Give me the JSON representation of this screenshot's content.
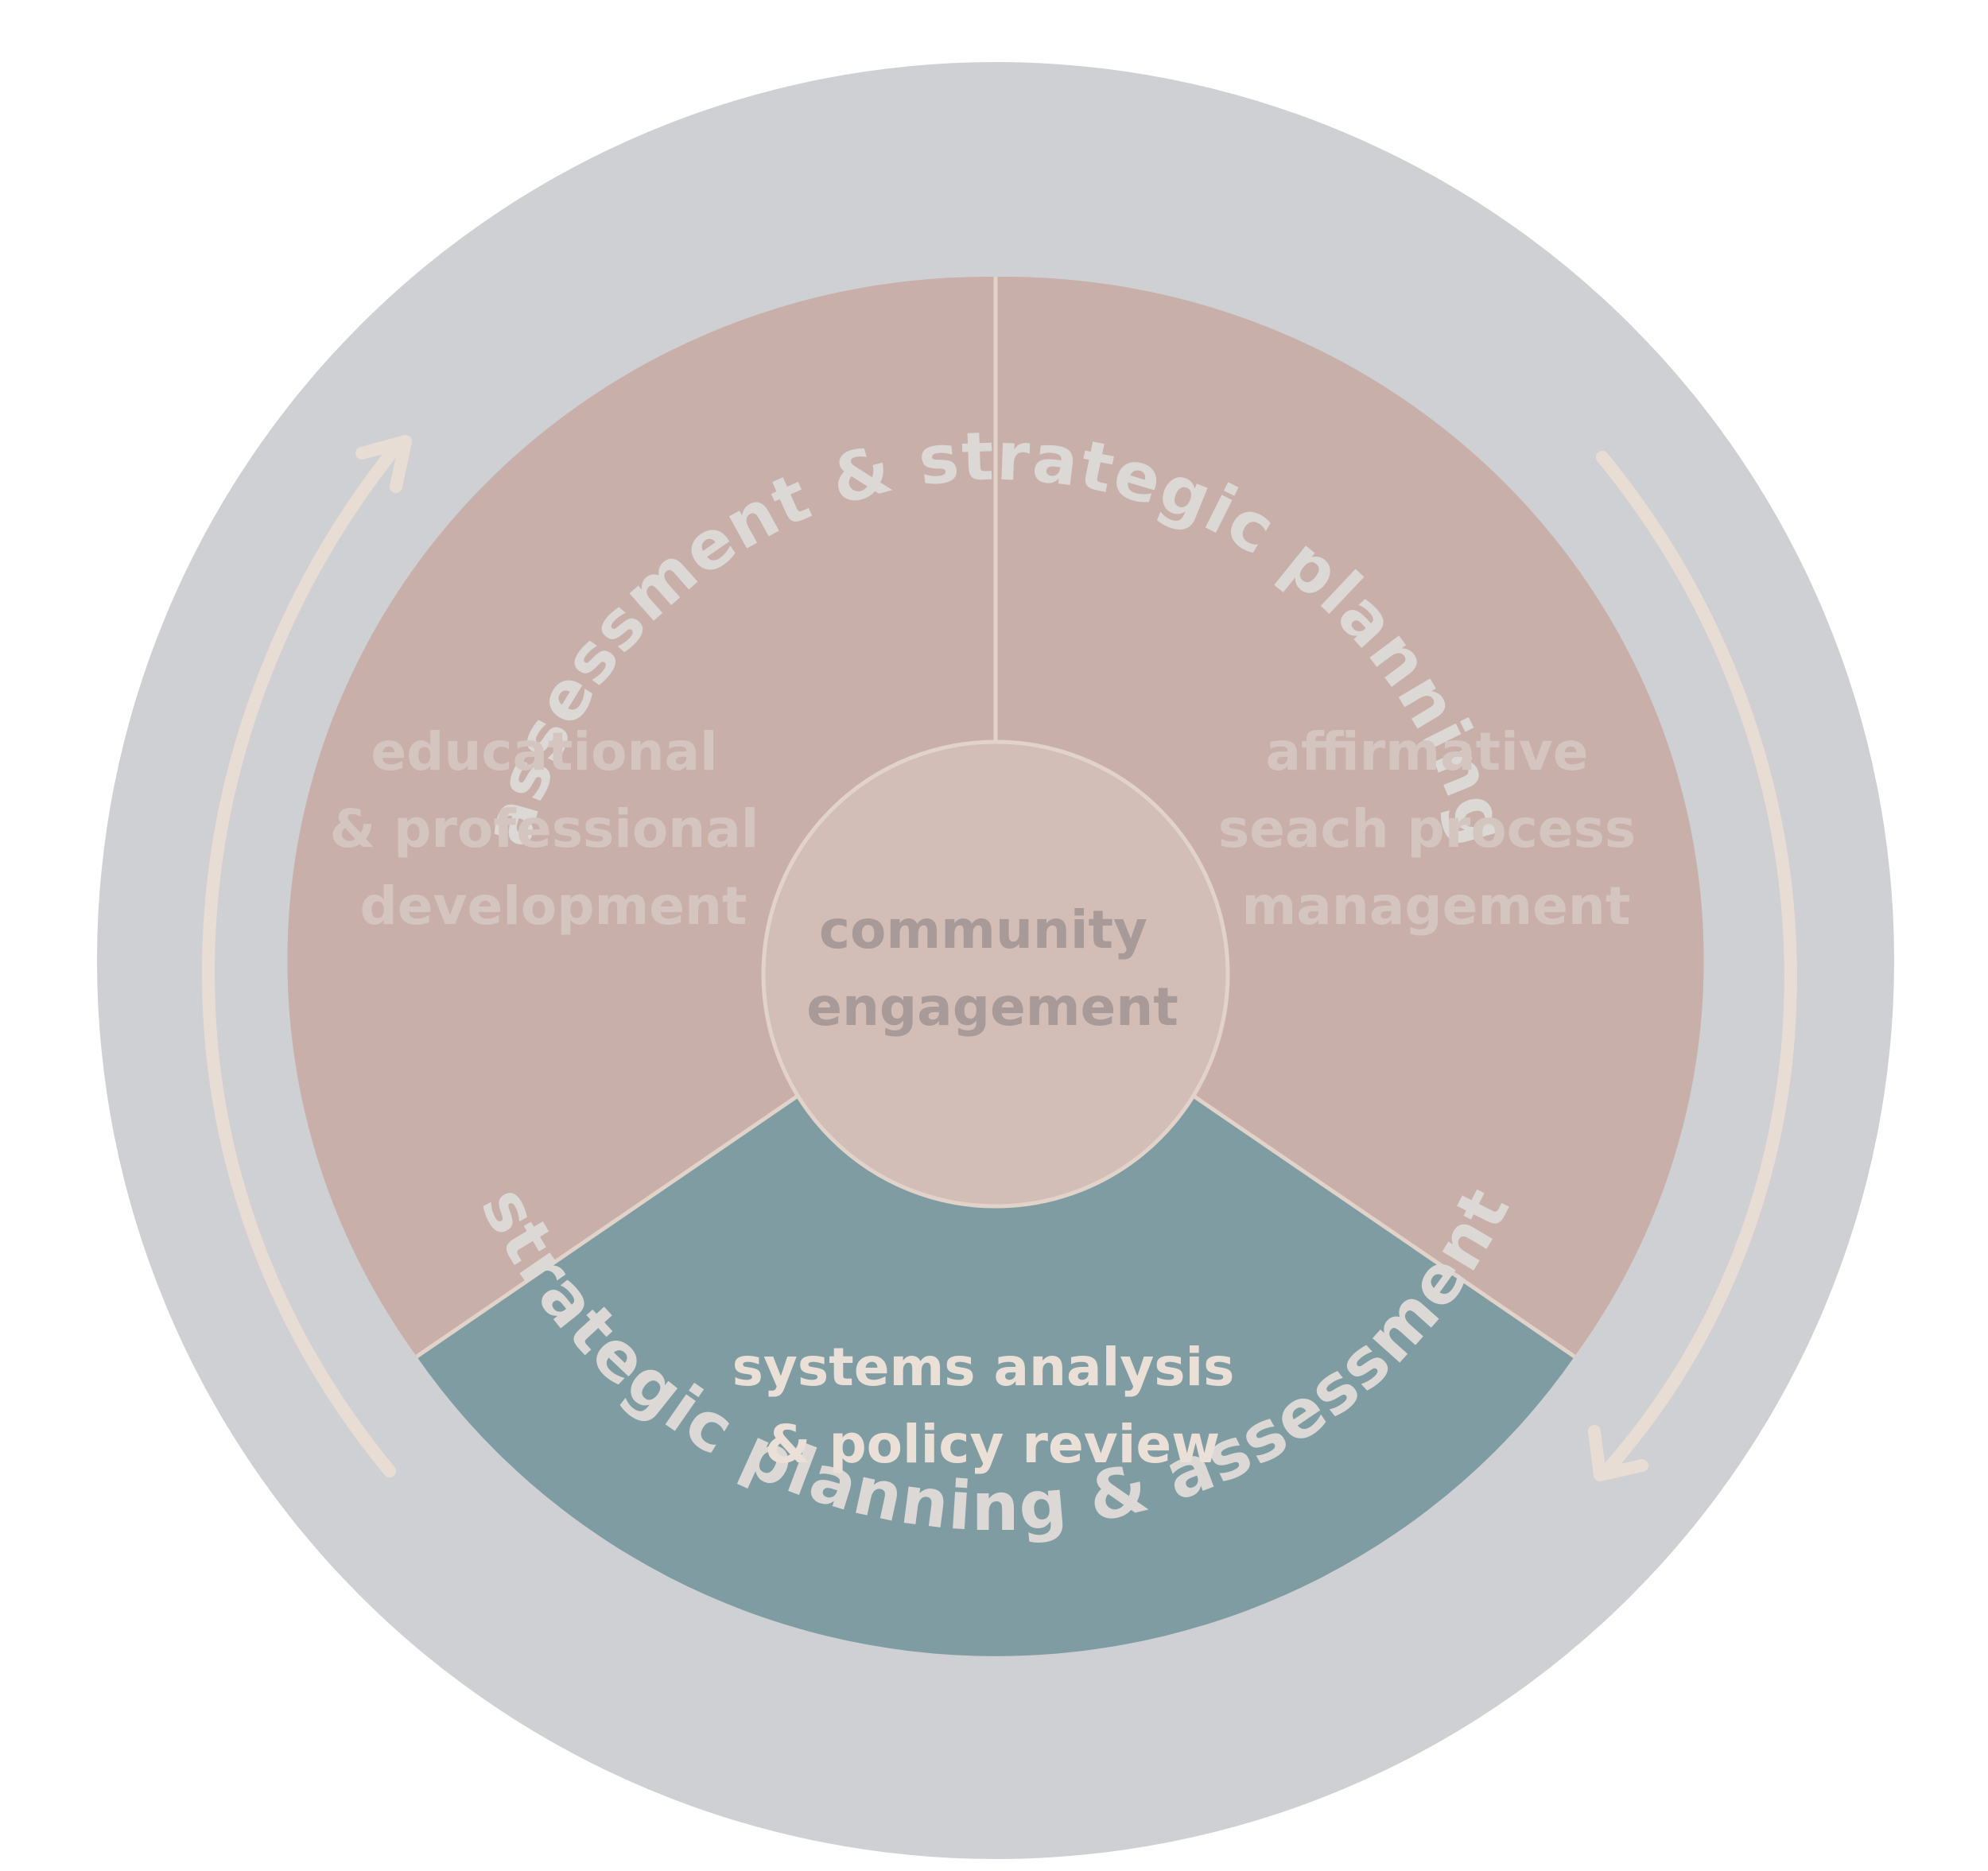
{
  "ring": {
    "top_label": "assessment & strategic planning",
    "bottom_label": "strategic planning & assessment"
  },
  "segments": {
    "left": {
      "line1": "educational",
      "line2": "& professional",
      "line3": "development"
    },
    "right": {
      "line1": "affirmative",
      "line2": "seach process",
      "line3": "management"
    },
    "bottom": {
      "line1": "systems analysis",
      "line2": "& policy review"
    }
  },
  "center": {
    "line1": "community",
    "line2": "engagement"
  },
  "colors": {
    "ring": "#cfd0d3",
    "segment_rose": "#c9afaa",
    "segment_teal": "#7f9ca3",
    "center_circle": "#d2bdb7",
    "divider": "#e2d3ca",
    "text_faint": "#d4c5c0",
    "text_ring": "#dcd8d6",
    "text_highlight": "#ebe0d7",
    "text_center": "#a79a98",
    "arrow": "#e8ddd5"
  },
  "icons": {
    "left_arrow": "arrow-up-right-icon",
    "right_arrow": "arrow-down-left-icon"
  }
}
